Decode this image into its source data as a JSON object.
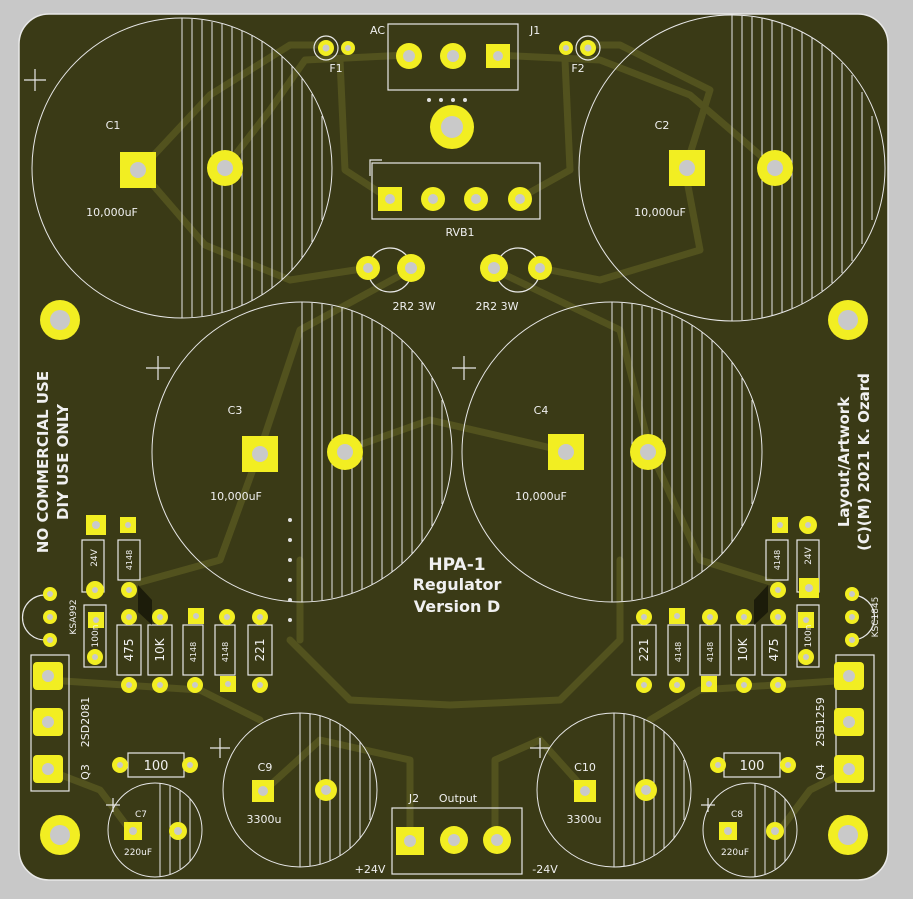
{
  "colors": {
    "background": "#c8c8c8",
    "board": "#3a3a16",
    "copper": "#4d4d1c",
    "pad": "#f2ee22",
    "hole": "#c9c9c9",
    "silkscreen": "#ececec"
  },
  "texts": {
    "title": "HPA-1",
    "subtitle": "Regulator",
    "version": "Version D",
    "no_commercial": "NO COMMERCIAL USE",
    "diy_only": "DIY USE ONLY",
    "layout": "Layout/Artwork",
    "copyright": "(C)(M) 2021 K. Ozard"
  },
  "labels": {
    "ac": "AC",
    "j1": "J1",
    "f1": "F1",
    "f2": "F2",
    "rvb1": "RVB1",
    "r2r2_left": "2R2 3W",
    "r2r2_right": "2R2 3W",
    "c1": "C1",
    "c1_val": "10,000uF",
    "c2": "C2",
    "c2_val": "10,000uF",
    "c3": "C3",
    "c3_val": "10,000uF",
    "c4": "C4",
    "c4_val": "10,000uF",
    "c9": "C9",
    "c9_val": "3300u",
    "c10": "C10",
    "c10_val": "3300u",
    "c7": "C7",
    "c7_val": "220uF",
    "c8": "C8",
    "c8_val": "220uF",
    "j2": "J2",
    "output": "Output",
    "plus24": "+24V",
    "minus24": "-24V",
    "q3": "Q3",
    "q3_part": "2SD2081",
    "q4": "Q4",
    "q4_part": "2SB1259",
    "ksa992": "KSA992",
    "ksc1845": "KSC1845",
    "l_zener": "24V",
    "l_diode_top": "4148",
    "l_cap": "100n",
    "l_r475": "475",
    "l_r10k": "10K",
    "l_diode_a": "4148",
    "l_diode_b": "4148",
    "l_r221": "221",
    "l_r100": "100",
    "r_zener": "24V",
    "r_diode_top": "4148",
    "r_cap": "100n",
    "r_r475": "475",
    "r_r10k": "10K",
    "r_diode_a": "4148",
    "r_diode_b": "4148",
    "r_r221": "221",
    "r_r100": "100"
  }
}
